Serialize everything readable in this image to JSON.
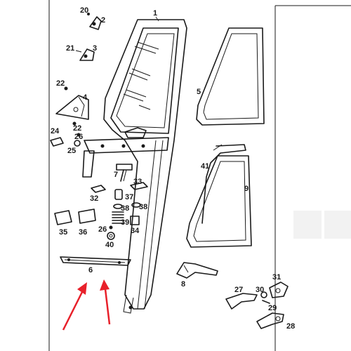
{
  "labels": {
    "p1": "1",
    "p2": "2",
    "p3": "3",
    "p4": "4",
    "p5": "5",
    "p6": "6",
    "p7": "7",
    "p8": "8",
    "p9": "9",
    "p20": "20",
    "p21": "21",
    "p22a": "22",
    "p22b": "22",
    "p24": "24",
    "p25": "25",
    "p26a": "26",
    "p26b": "26",
    "p27": "27",
    "p28": "28",
    "p29": "29",
    "p30": "30",
    "p31": "31",
    "p32": "32",
    "p33": "33",
    "p34": "34",
    "p35": "35",
    "p36": "36",
    "p37": "37",
    "p38a": "38",
    "p38b": "38",
    "p39": "39",
    "p40": "40",
    "p41": "41"
  },
  "colors": {
    "line": "#1a1a1a",
    "arrow": "#e8202a",
    "background": "#ffffff"
  }
}
